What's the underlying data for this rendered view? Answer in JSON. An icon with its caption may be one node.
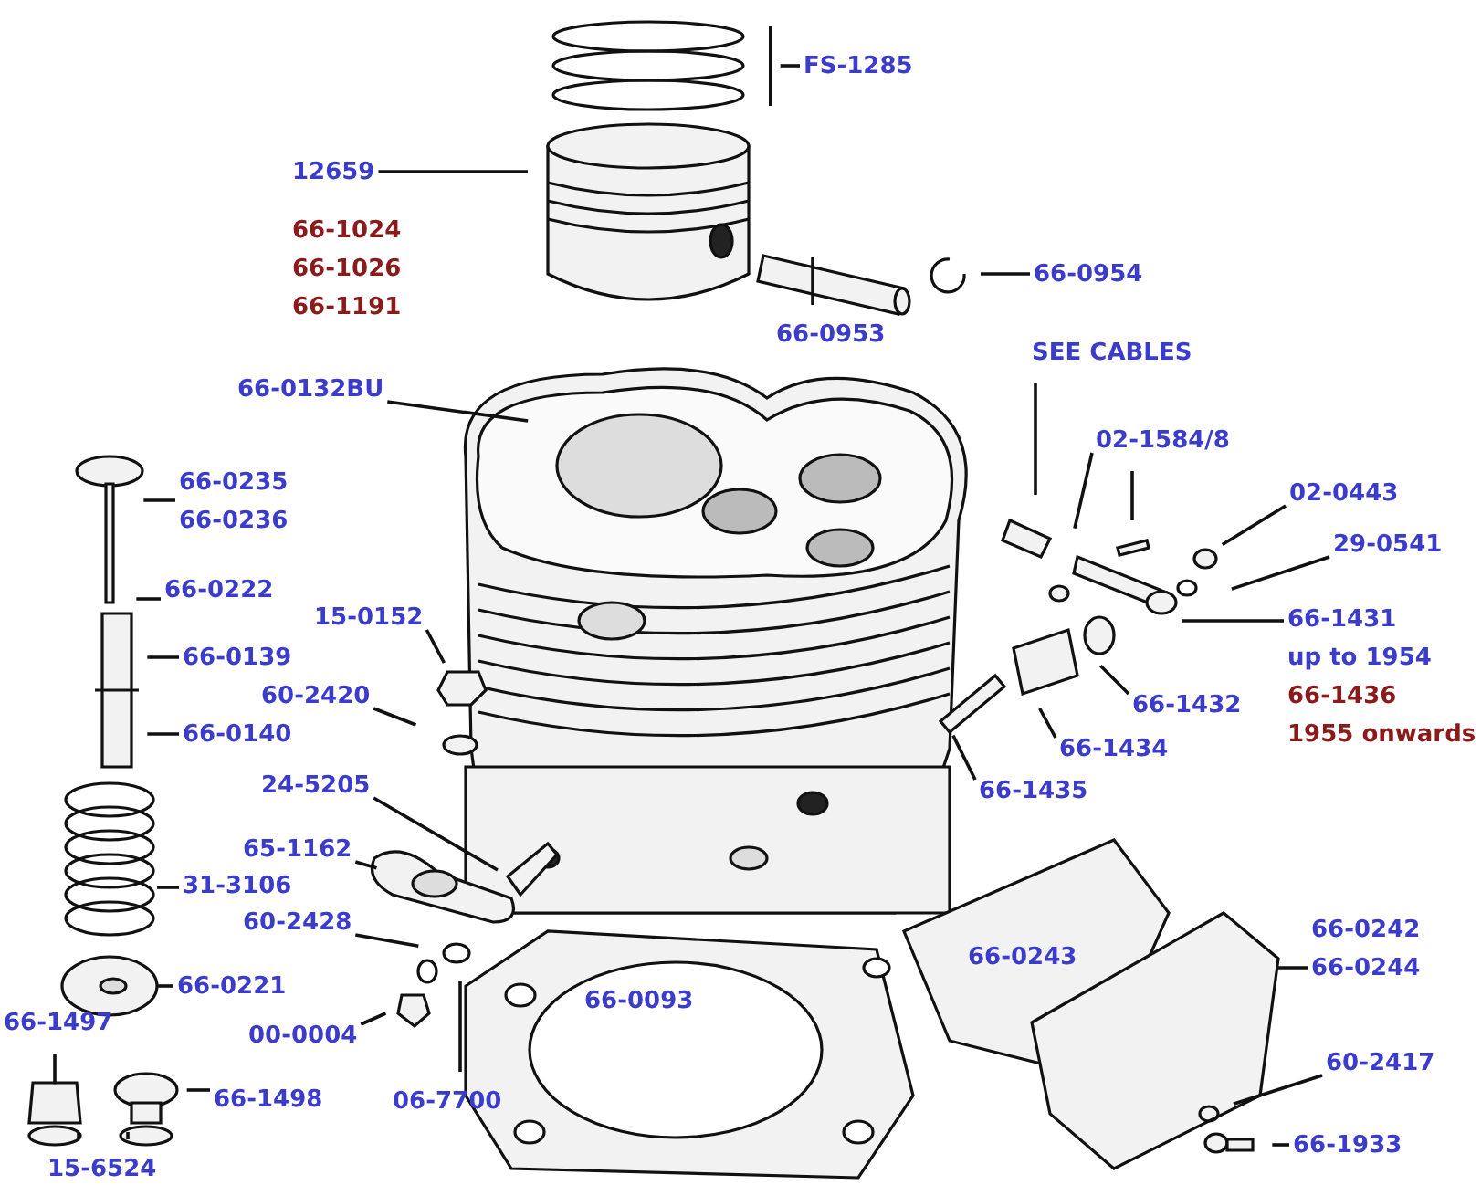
{
  "diagram": {
    "nodes": [
      {
        "text": [
          "FS-1285"
        ]
      },
      {
        "text": [
          "12659"
        ]
      },
      {
        "text": [
          "66-0953"
        ]
      },
      {
        "text": [
          "66-0954"
        ]
      },
      {
        "text": [
          "66-0132BU"
        ]
      },
      {
        "text": [
          "SEE CABLES"
        ]
      },
      {
        "text": [
          "02-1584/8"
        ]
      },
      {
        "text": [
          "02-0443"
        ]
      },
      {
        "text": [
          "29-0541"
        ]
      },
      {
        "text": [
          "66-1431",
          "up to 1954",
          "66-1436",
          "1955 onwards"
        ]
      },
      {
        "text": [
          "66-1432"
        ]
      },
      {
        "text": [
          "66-1434"
        ]
      },
      {
        "text": [
          "66-1435"
        ]
      },
      {
        "text": [
          "66-0235",
          "66-0236"
        ]
      },
      {
        "text": [
          "66-0222"
        ]
      },
      {
        "text": [
          "66-0139"
        ]
      },
      {
        "text": [
          "66-0140"
        ]
      },
      {
        "text": [
          "15-0152"
        ]
      },
      {
        "text": [
          "60-2420"
        ]
      },
      {
        "text": [
          "24-5205"
        ]
      },
      {
        "text": [
          "65-1162"
        ]
      },
      {
        "text": [
          "60-2428"
        ]
      },
      {
        "text": [
          "31-3106"
        ]
      },
      {
        "text": [
          "66-0221"
        ]
      },
      {
        "text": [
          "00-0004"
        ]
      },
      {
        "text": [
          "06-7700"
        ]
      },
      {
        "text": [
          "66-1497"
        ]
      },
      {
        "text": [
          "66-1498"
        ]
      },
      {
        "text": [
          "15-6524"
        ]
      },
      {
        "text": [
          "66-0242",
          "66-0244"
        ]
      },
      {
        "text": [
          "60-2417"
        ]
      },
      {
        "text": [
          "66-1933"
        ]
      }
    ],
    "edges": [
      {
        "from": 0,
        "to": null,
        "arrow": "none"
      },
      {
        "from": 1,
        "to": null,
        "arrow": "none"
      },
      {
        "from": 2,
        "to": null,
        "arrow": "none"
      },
      {
        "from": 3,
        "to": null,
        "arrow": "none"
      },
      {
        "from": 4,
        "to": null,
        "arrow": "none"
      },
      {
        "from": 5,
        "to": null,
        "arrow": "none"
      },
      {
        "from": 6,
        "to": null,
        "arrow": "none"
      },
      {
        "from": 6,
        "to": null,
        "arrow": "none"
      },
      {
        "from": 7,
        "to": null,
        "arrow": "none"
      },
      {
        "from": 8,
        "to": null,
        "arrow": "none"
      },
      {
        "from": 9,
        "to": null,
        "arrow": "none"
      },
      {
        "from": 10,
        "to": null,
        "arrow": "none"
      },
      {
        "from": 11,
        "to": null,
        "arrow": "none"
      },
      {
        "from": 12,
        "to": null,
        "arrow": "none"
      },
      {
        "from": 13,
        "to": null,
        "arrow": "none"
      },
      {
        "from": 14,
        "to": null,
        "arrow": "none"
      },
      {
        "from": 15,
        "to": null,
        "arrow": "none"
      },
      {
        "from": 16,
        "to": null,
        "arrow": "none"
      },
      {
        "from": 17,
        "to": null,
        "arrow": "none"
      },
      {
        "from": 18,
        "to": null,
        "arrow": "none"
      },
      {
        "from": 19,
        "to": null,
        "arrow": "none"
      },
      {
        "from": 20,
        "to": null,
        "arrow": "none"
      },
      {
        "from": 21,
        "to": null,
        "arrow": "none"
      },
      {
        "from": 22,
        "to": null,
        "arrow": "none"
      },
      {
        "from": 23,
        "to": null,
        "arrow": "none"
      },
      {
        "from": 24,
        "to": null,
        "arrow": "none"
      },
      {
        "from": 25,
        "to": null,
        "arrow": "none"
      },
      {
        "from": 26,
        "to": null,
        "arrow": "none"
      },
      {
        "from": 27,
        "to": null,
        "arrow": "none"
      },
      {
        "from": 28,
        "to": null,
        "arrow": "none"
      },
      {
        "from": 28,
        "to": null,
        "arrow": "none"
      },
      {
        "from": 29,
        "to": null,
        "arrow": "none"
      },
      {
        "from": 30,
        "to": null,
        "arrow": "none"
      },
      {
        "from": 31,
        "to": null,
        "arrow": "none"
      }
    ],
    "labels": [
      "66-1024",
      "66-1026",
      "66-1191",
      "66-0093",
      "66-0243"
    ]
  }
}
